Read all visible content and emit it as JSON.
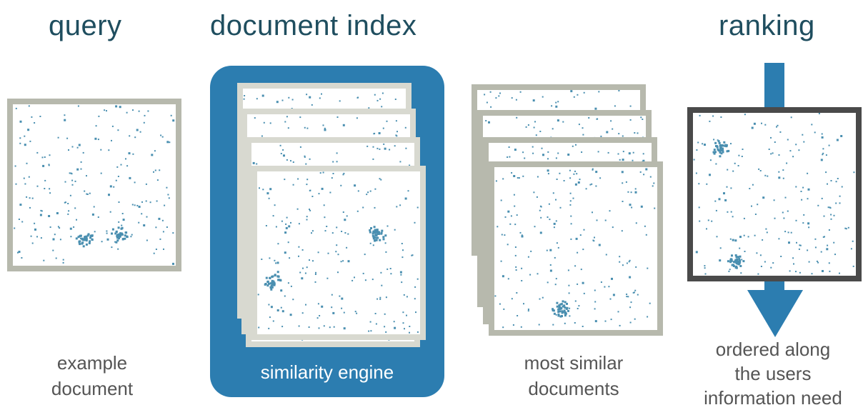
{
  "headings": {
    "query": "query",
    "document_index": "document index",
    "ranking": "ranking"
  },
  "captions": {
    "query": [
      "example",
      "document"
    ],
    "engine": "similarity engine",
    "similar": [
      "most similar",
      "documents"
    ],
    "ranking": [
      "ordered along",
      "the users",
      "information need"
    ]
  },
  "colors": {
    "heading_text": "#1f4e5f",
    "caption_text": "#555555",
    "engine_fill": "#2c7db0",
    "doc_border": "#b7b9ad",
    "doc_border_light": "#d8d9d0",
    "ranked_border": "#4a4a4a",
    "dots": "#4a8fb0",
    "arrow": "#2c7db0"
  }
}
